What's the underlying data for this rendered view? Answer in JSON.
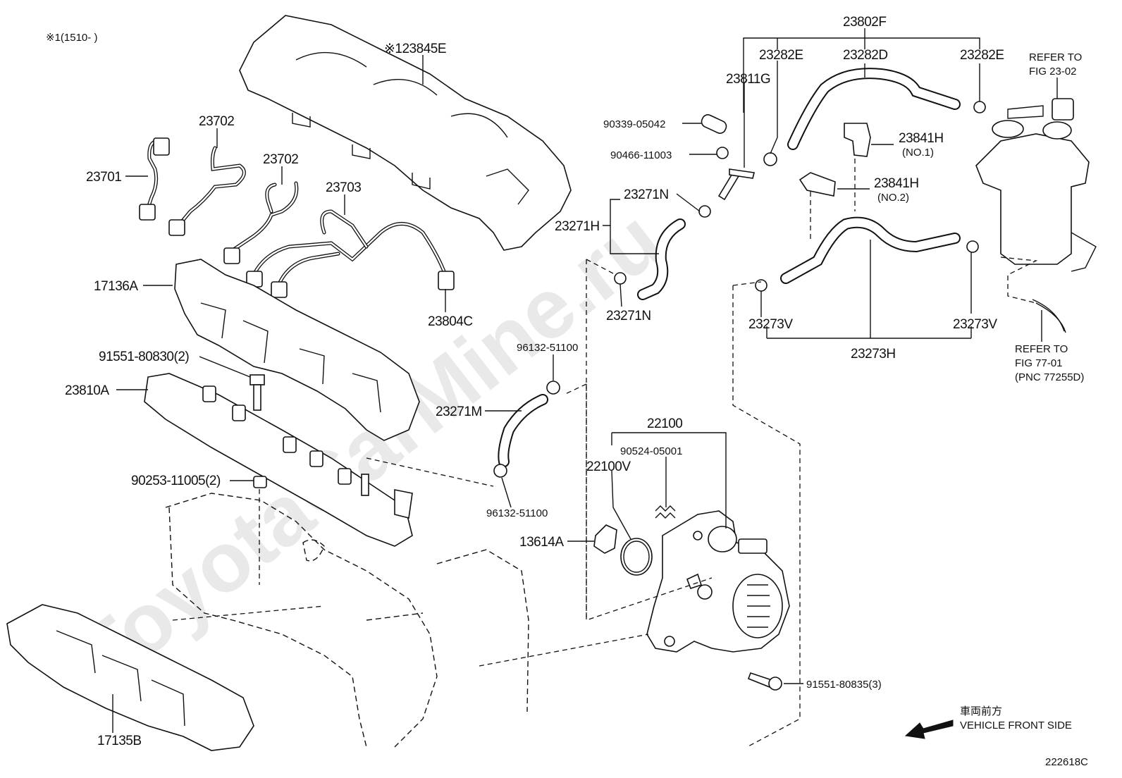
{
  "note": "※1(1510-   )",
  "labels": {
    "p23845E": "※123845E",
    "p23702a": "23702",
    "p23702b": "23702",
    "p23701": "23701",
    "p23703": "23703",
    "p23804C": "23804C",
    "p17136A": "17136A",
    "p91551_80830": "91551-80830(2)",
    "p23810A": "23810A",
    "p90253_11005": "90253-11005(2)",
    "p17135B": "17135B",
    "p23802F": "23802F",
    "p23282E_l": "23282E",
    "p23282D": "23282D",
    "p23282E_r": "23282E",
    "p23811G": "23811G",
    "p90339_05042": "90339-05042",
    "p90466_11003": "90466-11003",
    "p23841H_1": "23841H",
    "p23841H_1_sub": "(NO.1)",
    "p23841H_2": "23841H",
    "p23841H_2_sub": "(NO.2)",
    "p23271N_top": "23271N",
    "p23271H": "23271H",
    "p23271N_bot": "23271N",
    "p23273V_l": "23273V",
    "p23273V_r": "23273V",
    "p23273H": "23273H",
    "p96132_51100_top": "96132-51100",
    "p23271M": "23271M",
    "p96132_51100_bot": "96132-51100",
    "p22100": "22100",
    "p90524_05001": "90524-05001",
    "p22100V": "22100V",
    "p13614A": "13614A",
    "p91551_80835": "91551-80835(3)"
  },
  "refer_top": [
    "REFER TO",
    "FIG 23-02"
  ],
  "refer_bottom": [
    "REFER TO",
    "FIG 77-01",
    "(PNC 77255D)"
  ],
  "direction": {
    "jp": "車両前方",
    "en": "VEHICLE FRONT SIDE"
  },
  "figure_code": "222618C",
  "watermark": "ToyotaCarMine.ru"
}
